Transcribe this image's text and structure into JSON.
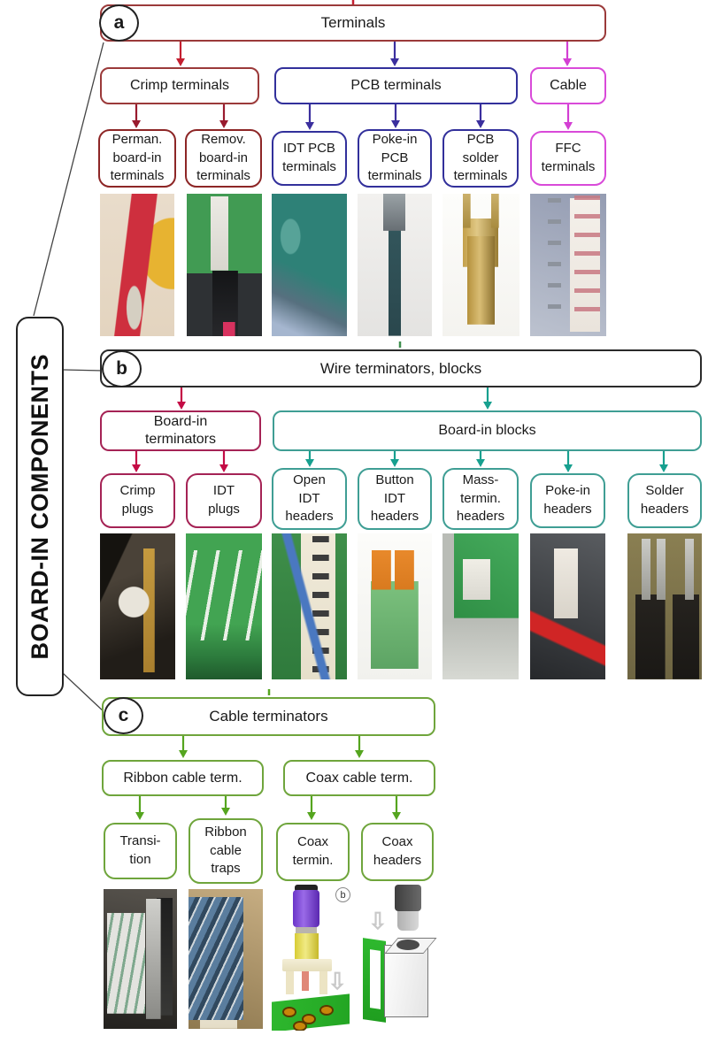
{
  "figure": {
    "root_label": "BOARD-IN COMPONENTS",
    "colors": {
      "section_a_dark_red": "#9b3a3a",
      "section_a_red_arrow": "#c41f30",
      "section_a_navy": "#32309b",
      "section_a_magenta": "#d94ad9",
      "section_b_black": "#2b2b2b",
      "section_b_crimson": "#a52355",
      "section_b_teal": "#3f9e94",
      "section_c_green": "#6fa53c",
      "section_c_green_arrow": "#55a51f"
    },
    "sections": {
      "a": {
        "badge": "a",
        "title": "Terminals",
        "children": [
          {
            "label": "Crimp terminals"
          },
          {
            "label": "PCB terminals"
          },
          {
            "label": "Cable"
          }
        ],
        "leaves": [
          {
            "label": "Perman.\nboard-in\nterminals",
            "photo": "red-wire-crimp-terminal-photo"
          },
          {
            "label": "Remov.\nboard-in\nterminals",
            "photo": "pcb-with-black-wire-photo"
          },
          {
            "label": "IDT PCB\nterminals",
            "photo": "idt-pcb-terminal-photo"
          },
          {
            "label": "Poke-in\nPCB\nterminals",
            "photo": "poke-in-pcb-terminal-photo"
          },
          {
            "label": "PCB\nsolder\nterminals",
            "photo": "brass-solder-terminal-photo"
          },
          {
            "label": "FFC\nterminals",
            "photo": "ffc-terminal-photo"
          }
        ]
      },
      "b": {
        "badge": "b",
        "title": "Wire terminators, blocks",
        "children": [
          {
            "label": "Board-in\nterminators"
          },
          {
            "label": "Board-in blocks"
          }
        ],
        "leaves": [
          {
            "label": "Crimp\nplugs",
            "photo": "crimp-plug-photo"
          },
          {
            "label": "IDT\nplugs",
            "photo": "idt-plug-photo"
          },
          {
            "label": "Open\nIDT\nheaders",
            "photo": "open-idt-header-photo"
          },
          {
            "label": "Button\nIDT\nheaders",
            "photo": "button-idt-header-photo"
          },
          {
            "label": "Mass-\ntermin.\nheaders",
            "photo": "mass-termination-header-photo"
          },
          {
            "label": "Poke-in\nheaders",
            "photo": "poke-in-header-photo"
          },
          {
            "label": "Solder\nheaders",
            "photo": "solder-header-photo"
          }
        ]
      },
      "c": {
        "badge": "c",
        "title": "Cable terminators",
        "children": [
          {
            "label": "Ribbon cable term."
          },
          {
            "label": "Coax cable term."
          }
        ],
        "leaves": [
          {
            "label": "Transi-\ntion",
            "photo": "ribbon-cable-transition-photo"
          },
          {
            "label": "Ribbon\ncable\ntraps",
            "photo": "ribbon-cable-traps-photo"
          },
          {
            "label": "Coax\ntermin.",
            "photo": "coax-terminator-illustration"
          },
          {
            "label": "Coax\nheaders",
            "photo": "coax-header-illustration"
          }
        ],
        "coax_illustration_badge": "b"
      }
    }
  }
}
